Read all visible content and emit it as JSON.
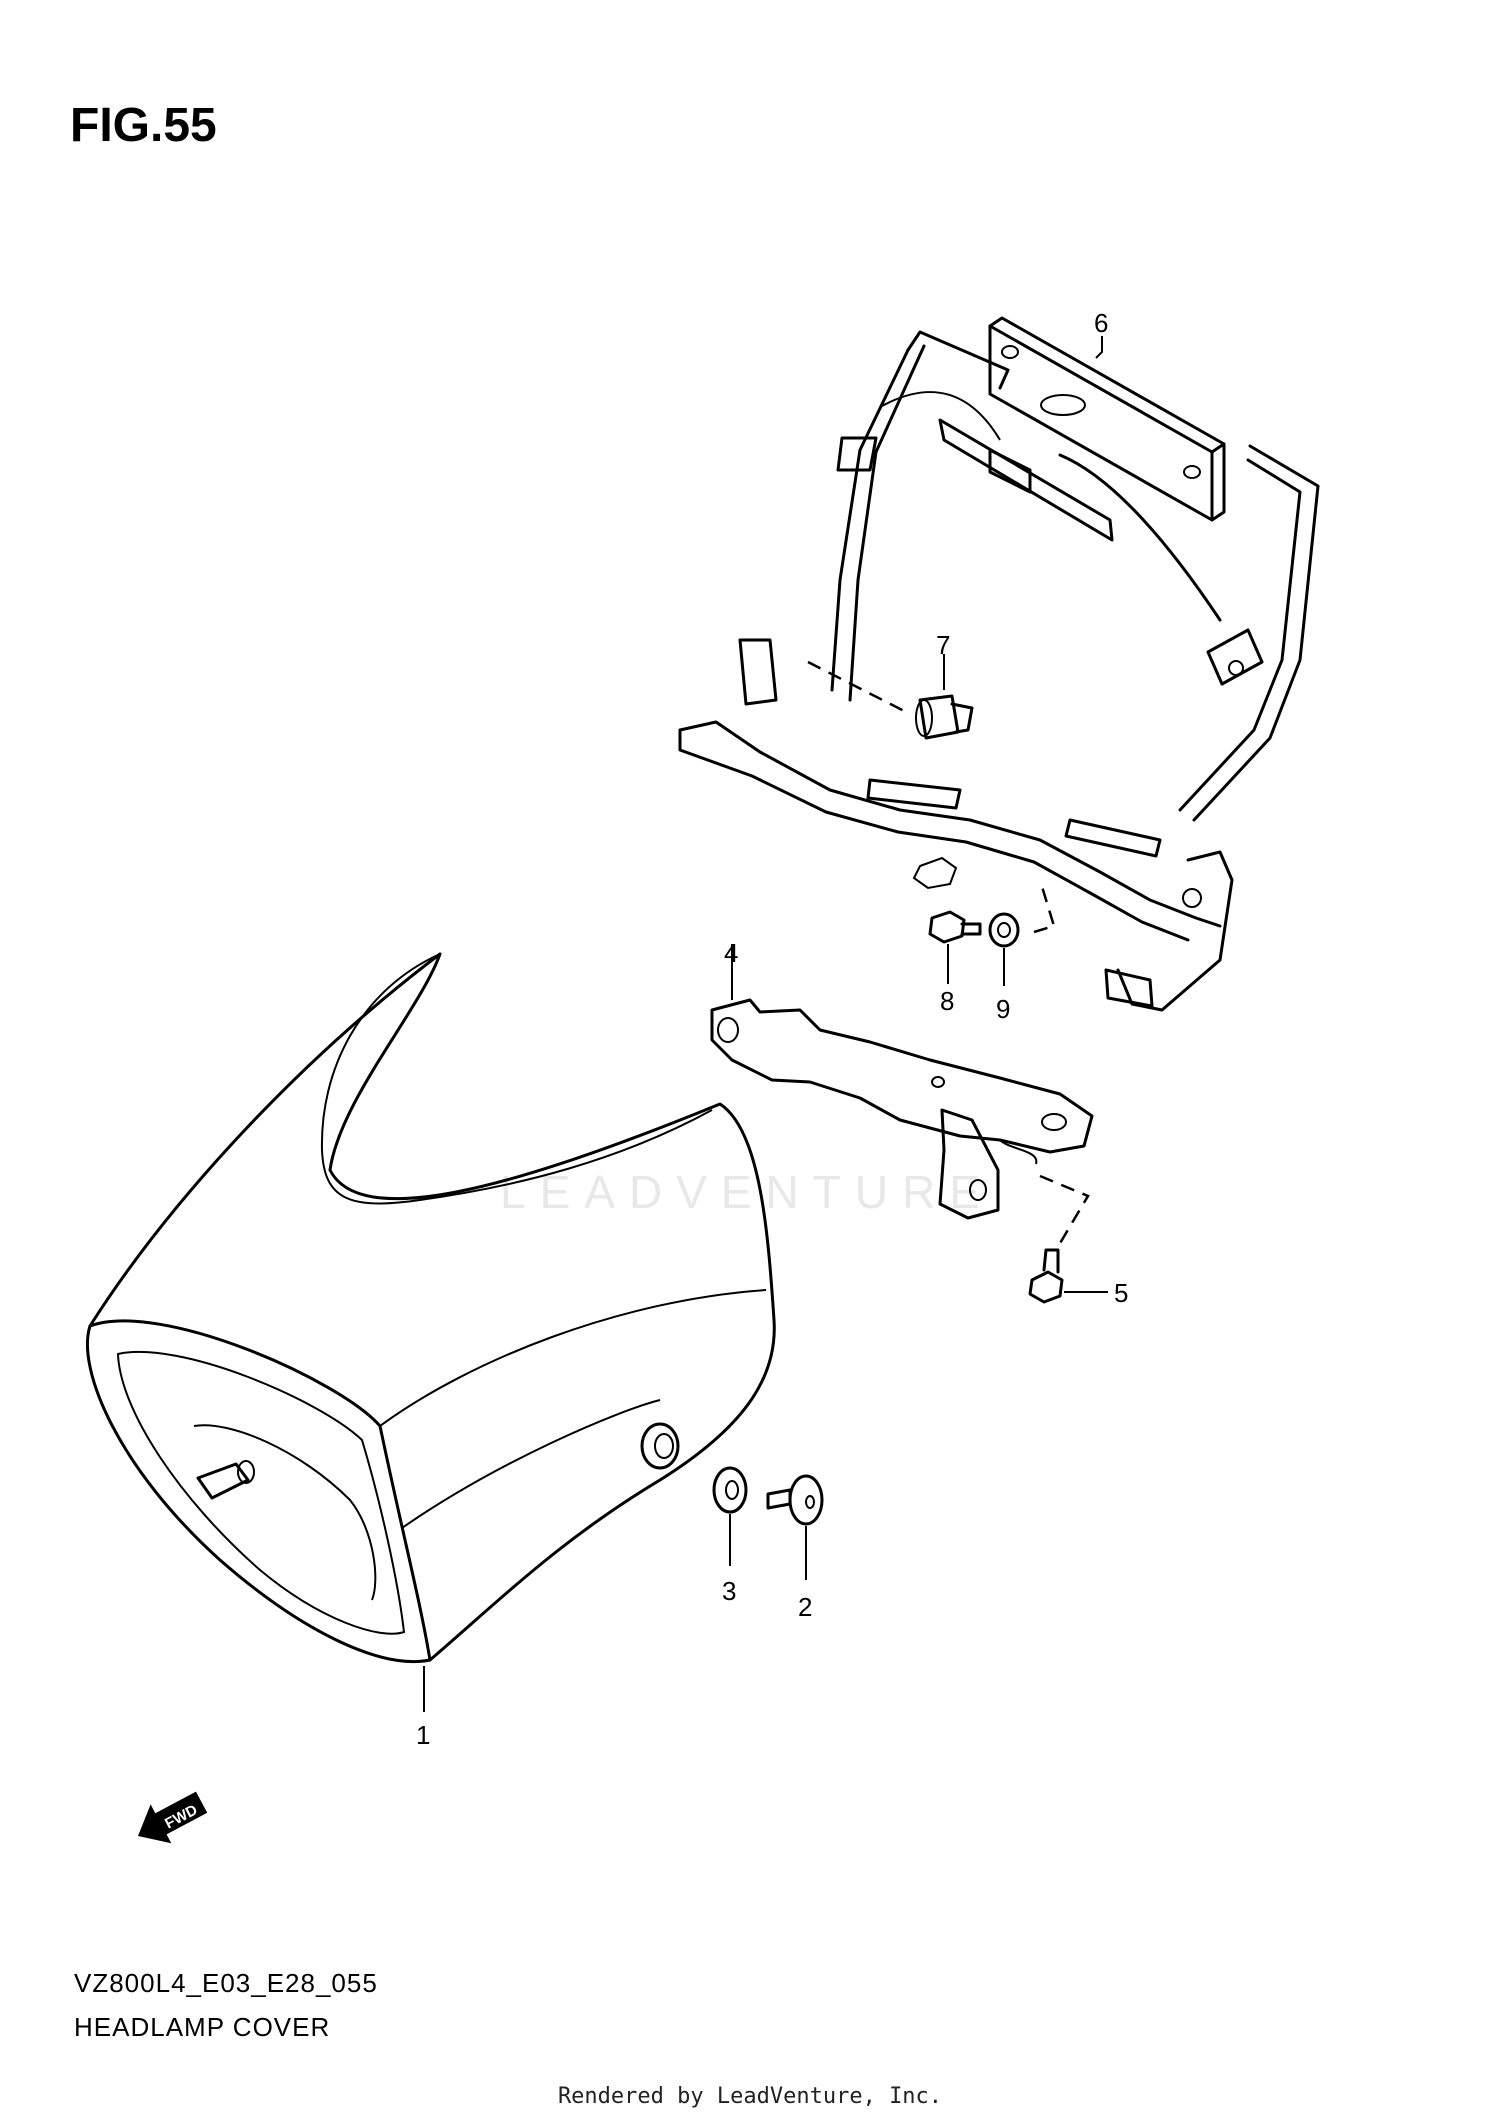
{
  "figure": {
    "title": "FIG.55"
  },
  "footer": {
    "model_code": "VZ800L4_E03_E28_055",
    "caption": "HEADLAMP COVER",
    "rendered_by": "Rendered by LeadVenture, Inc."
  },
  "watermark": {
    "text": "LEADVENTURE"
  },
  "fwd_arrow": {
    "text": "FWD"
  },
  "callouts": [
    "1",
    "2",
    "3",
    "4",
    "5",
    "6",
    "7",
    "8",
    "9"
  ]
}
